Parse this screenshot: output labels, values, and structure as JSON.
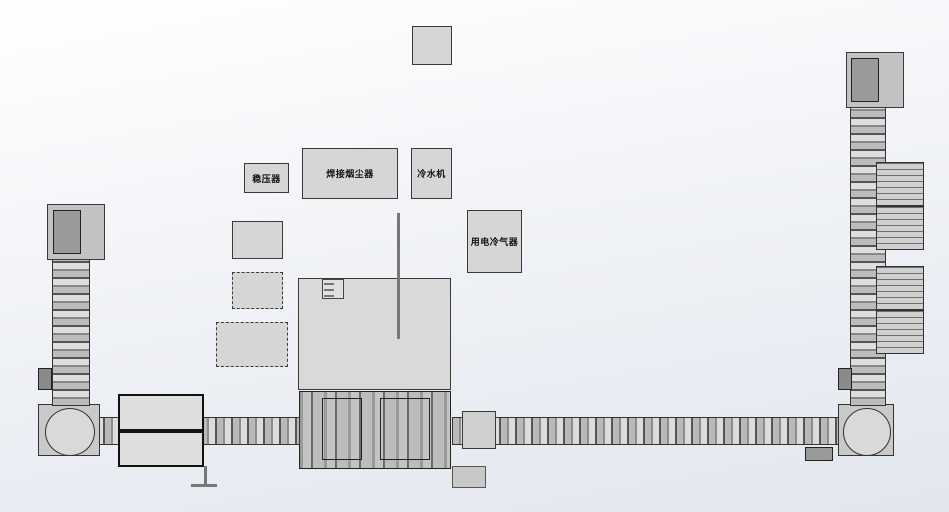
{
  "labels": {
    "voltage_regulator": "稳压器",
    "welding_filter": "焊接烟尘器",
    "water_chiller": "冷水机",
    "cooling_unit": "用电冷气器"
  },
  "colors": {
    "equipment_fill": "#d6d6d6",
    "outline": "#3a3a3a",
    "background": "#eef0f5"
  }
}
